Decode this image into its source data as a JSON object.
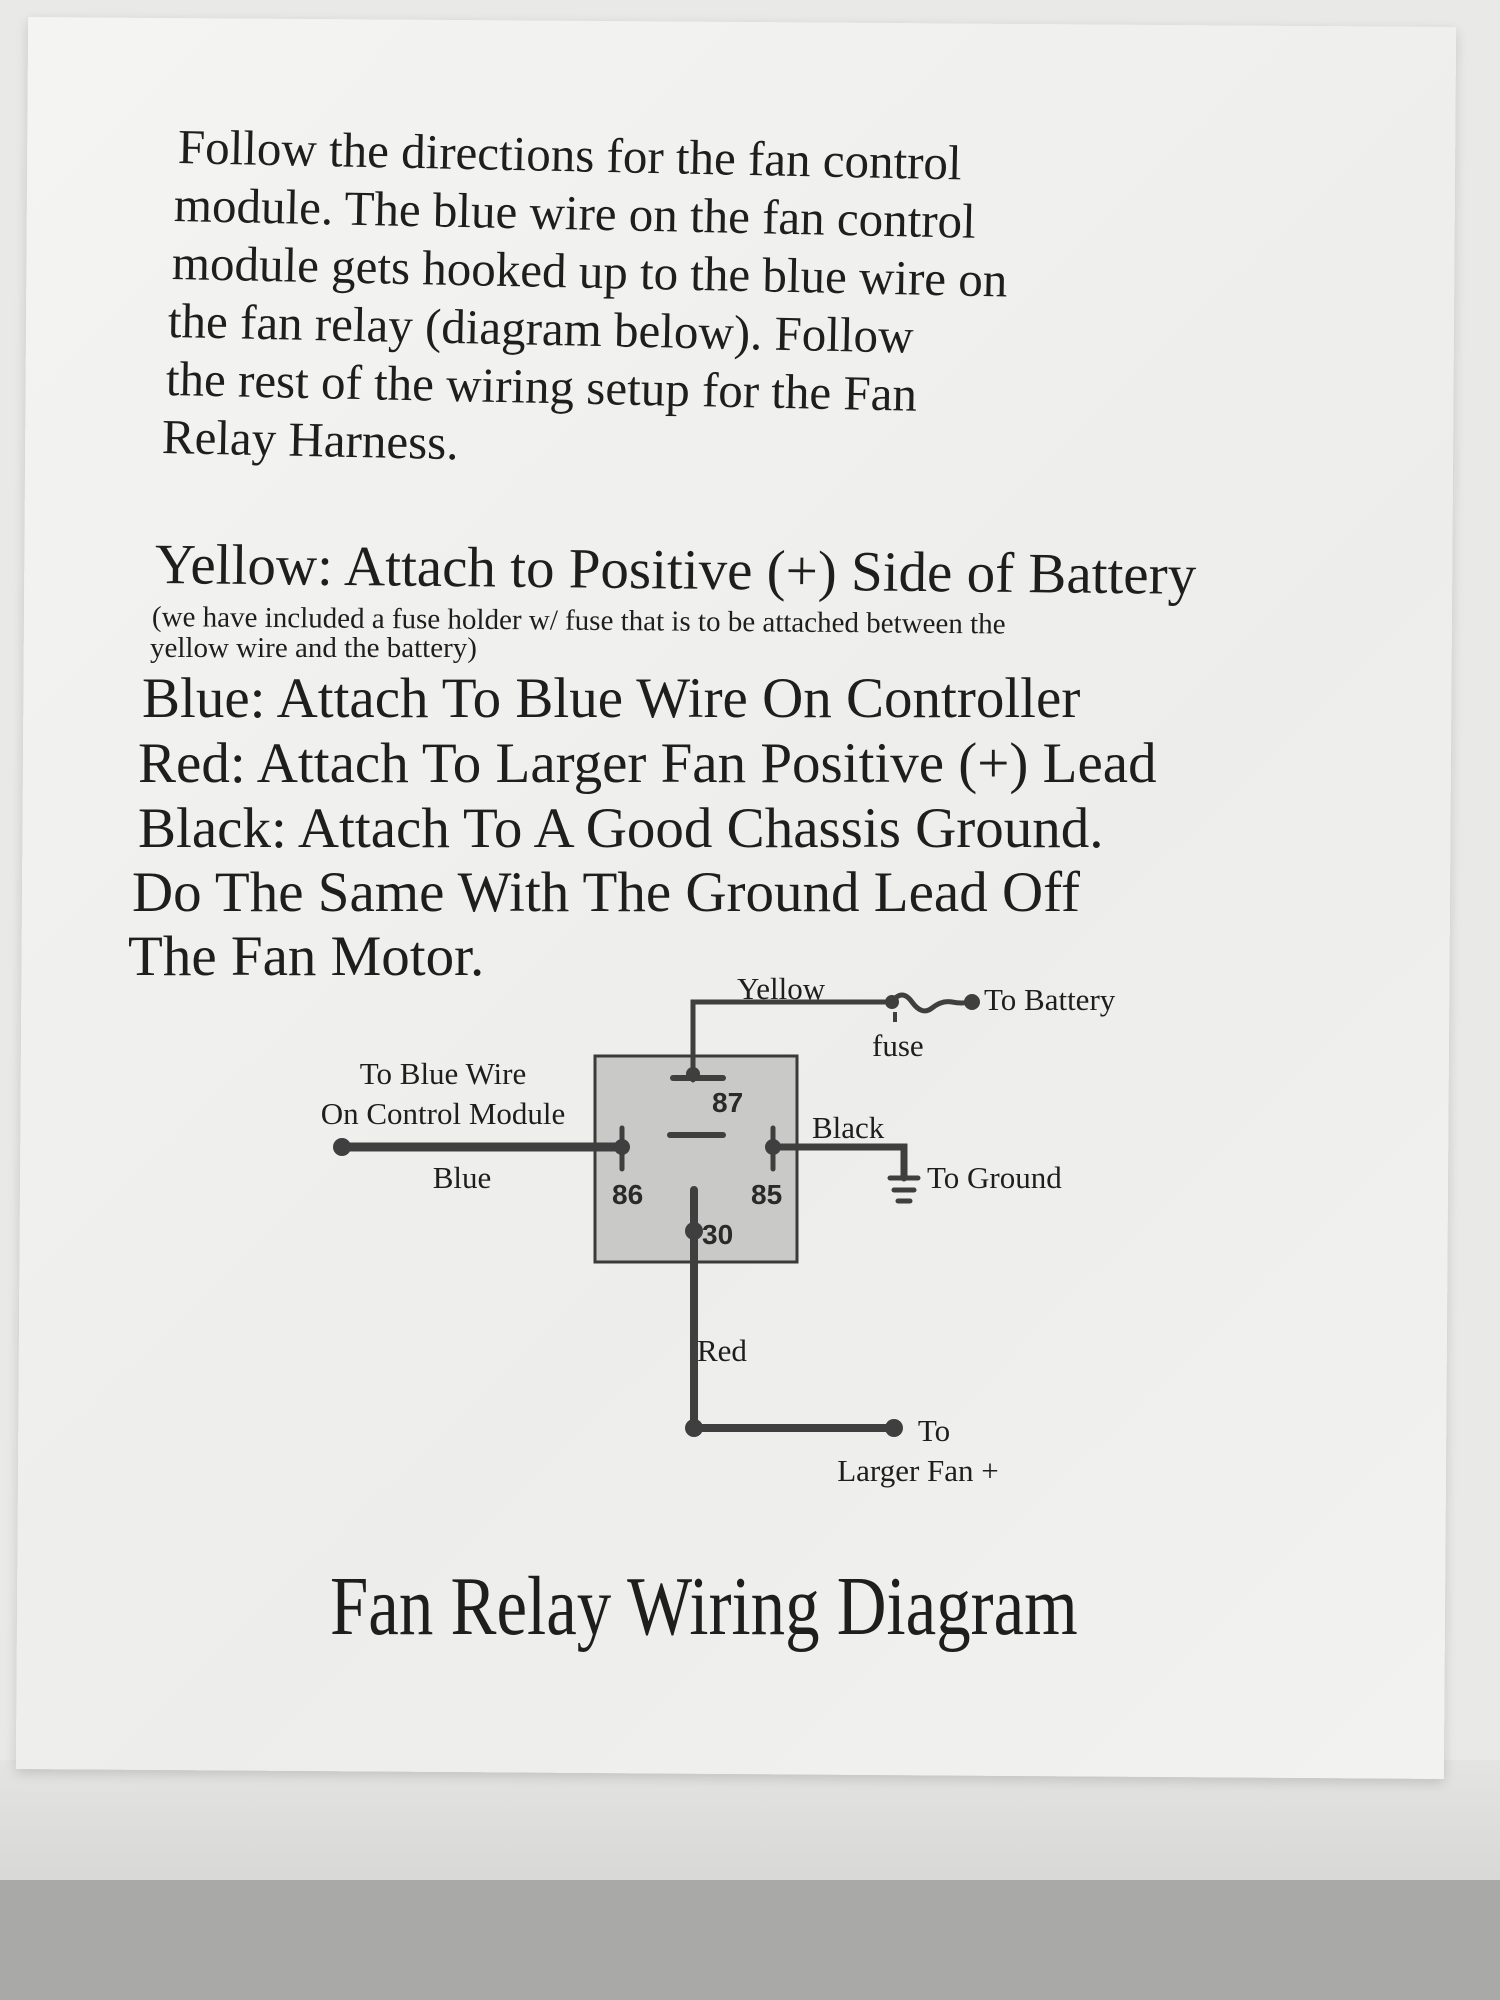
{
  "instructions": [
    "Follow the directions for the fan control",
    "module.  The blue wire on the fan control",
    "module gets hooked up to the blue wire on",
    "the fan relay (diagram below).  Follow",
    "the rest of the  wiring setup for the Fan",
    "Relay Harness."
  ],
  "wiring": {
    "yellow": "Yellow: Attach to Positive (+) Side of Battery",
    "yellow_note_1": "(we have included a fuse holder w/ fuse that is to be attached between the",
    "yellow_note_2": "yellow wire and the battery)",
    "blue": "Blue: Attach To Blue Wire On Controller",
    "red": "Red: Attach To Larger Fan Positive (+) Lead",
    "black": "Black: Attach To A Good Chassis Ground.",
    "ground_1": "Do The Same With The Ground Lead Off",
    "ground_2": "The Fan Motor."
  },
  "diagram": {
    "yellow_label": "Yellow",
    "to_battery": "To Battery",
    "fuse": "fuse",
    "to_blue_wire_1": "To Blue Wire",
    "to_blue_wire_2": "On Control Module",
    "blue_label": "Blue",
    "black_label": "Black",
    "to_ground": "To Ground",
    "red_label": "Red",
    "to_fan_1": "To",
    "to_fan_2": "Larger Fan +",
    "pins": {
      "p87": "87",
      "p86": "86",
      "p85": "85",
      "p30": "30"
    },
    "title": "Fan Relay Wiring Diagram"
  }
}
